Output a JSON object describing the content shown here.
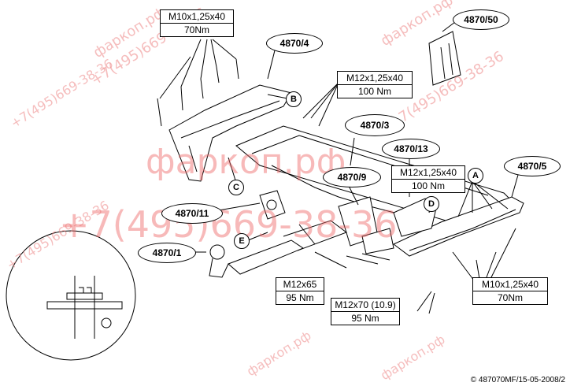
{
  "watermark": {
    "site": "фаркоп.рф",
    "phone": "+7(495)669-38-36"
  },
  "parts": {
    "p4870_50": "4870/50",
    "p4870_4": "4870/4",
    "p4870_3": "4870/3",
    "p4870_13": "4870/13",
    "p4870_9": "4870/9",
    "p4870_5": "4870/5",
    "p4870_11": "4870/11",
    "p4870_1": "4870/1"
  },
  "bolts": {
    "top_left": {
      "spec": "M10x1,25x40",
      "torque": "70Nm"
    },
    "top_mid": {
      "spec": "M12x1,25x40",
      "torque": "100 Nm"
    },
    "mid_right": {
      "spec": "M12x1,25x40",
      "torque": "100 Nm"
    },
    "bottom_right": {
      "spec": "M10x1,25x40",
      "torque": "70Nm"
    },
    "m12x65": {
      "spec": "M12x65",
      "torque": "95 Nm"
    },
    "m12x70": {
      "spec": "M12x70 (10.9)",
      "torque": "95 Nm"
    }
  },
  "points": {
    "a": "A",
    "b": "B",
    "c": "C",
    "d": "D",
    "e": "E"
  },
  "copyright": "© 487070MF/15-05-2008/2"
}
